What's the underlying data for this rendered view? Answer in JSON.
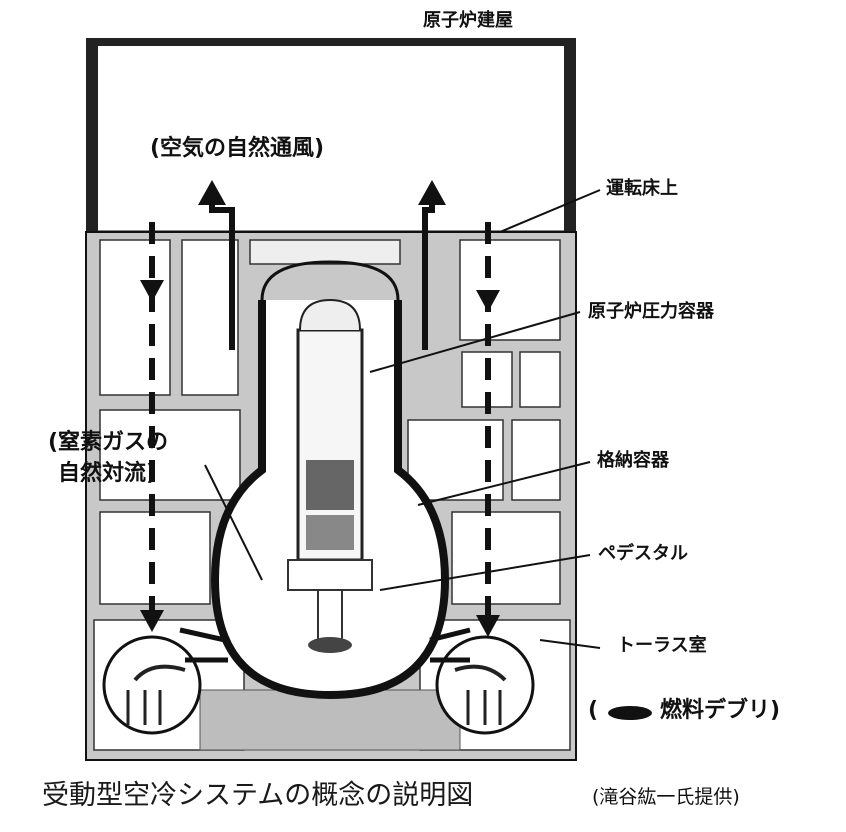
{
  "labels": {
    "building": "原子炉建屋",
    "air": "(空気の自然通風)",
    "floor": "運転床上",
    "rpv": "原子炉圧力容器",
    "nitrogen_line1": "(窒素ガスの",
    "nitrogen_line2": "自然対流)",
    "pcv": "格納容器",
    "pedestal": "ペデスタル",
    "torus": "トーラス室",
    "debris_paren_open": "(",
    "debris": "燃料デブリ)"
  },
  "caption": {
    "main": "受動型空冷システムの概念の説明図",
    "credit": "(滝谷紘一氏提供)"
  },
  "colors": {
    "wall": "#c8c8c8",
    "line": "#111111",
    "background": "#ffffff"
  }
}
